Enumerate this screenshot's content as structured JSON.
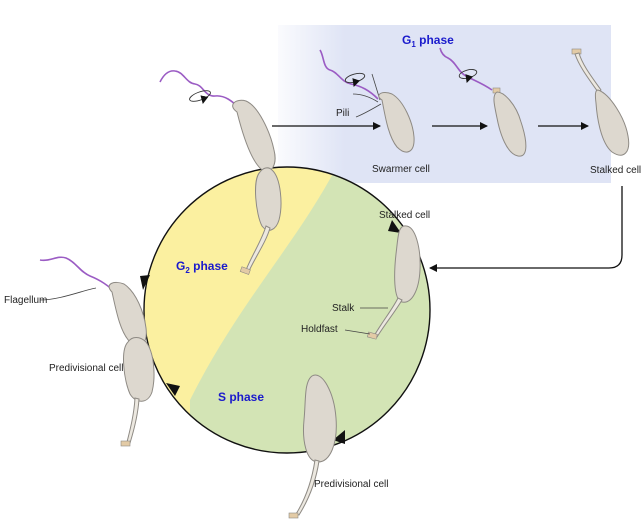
{
  "labels": {
    "g1_phase_base": "G",
    "g1_phase_sub": "1",
    "g1_phase_suffix": " phase",
    "g2_phase_base": "G",
    "g2_phase_sub": "2",
    "g2_phase_suffix": " phase",
    "s_phase": "S phase",
    "pili": "Pili",
    "swarmer_cell": "Swarmer cell",
    "stalked_cell_top": "Stalked cell",
    "stalked_cell_right": "Stalked cell",
    "stalk": "Stalk",
    "holdfast": "Holdfast",
    "flagellum": "Flagellum",
    "predivisional_left": "Predivisional cell",
    "predivisional_bottom": "Predivisional cell"
  },
  "colors": {
    "g1_box": "#dfe4f5",
    "g2_region": "#fbf0a0",
    "s_region": "#d3e4b5",
    "flagellum": "#9b5cc4",
    "phase_text": "#1a1acc"
  }
}
